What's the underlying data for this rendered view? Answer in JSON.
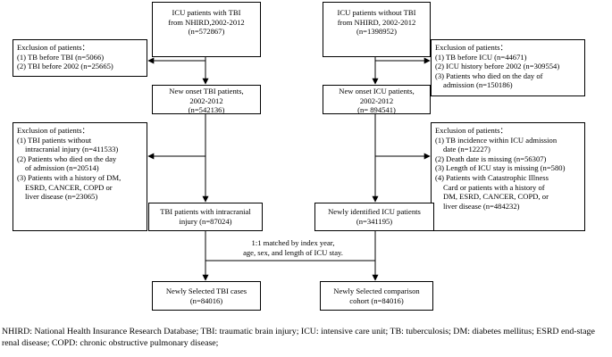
{
  "tbi_arm": {
    "start": [
      "ICU patients with TBI",
      "from NHIRD,2002-2012",
      "(n=572867)"
    ],
    "exclusion1": {
      "title": "Exclusion of patients：",
      "items": [
        "(1) TB before TBI (n=5066)",
        "(2) TBI before 2002 (n=25665)"
      ]
    },
    "new_onset": [
      "New onset TBI patients,",
      "2002-2012",
      "(n=542136)"
    ],
    "exclusion2": {
      "title": "Exclusion of patients：",
      "items": [
        [
          "(1) TBI patients without",
          "intracranial injury (n=411533)"
        ],
        [
          "(2) Patients who died on the day",
          "of admission (n=20514)"
        ],
        [
          "(3) Patients with a history of DM,",
          "ESRD, CANCER, COPD or",
          "liver disease (n=23065)"
        ]
      ]
    },
    "intracranial": [
      "TBI patients with intracranial",
      "injury (n=87024)"
    ],
    "selected": [
      "Newly Selected TBI cases",
      "(n=84016)"
    ]
  },
  "icu_arm": {
    "start": [
      "ICU patients without TBI",
      "from NHIRD, 2002-2012",
      "(n=1398952)"
    ],
    "exclusion1": {
      "title": "Exclusion of patients：",
      "items": [
        [
          "(1) TB before ICU (n=44671)"
        ],
        [
          "(2) ICU history before 2002 (n=309554)"
        ],
        [
          "(3) Patients who died on the day of",
          "admission (n=150186)"
        ]
      ]
    },
    "new_onset": [
      "New onset ICU patients,",
      "2002-2012",
      "(n= 894541)"
    ],
    "exclusion2": {
      "title": "Exclusion of patients：",
      "items": [
        [
          "(1) TB incidence within ICU admission",
          "date (n=12227)"
        ],
        [
          "(2) Death date is missing  (n=56307)"
        ],
        [
          "(3) Length of ICU stay is missing (n=580)"
        ],
        [
          "(4) Patients with Catastrophic Illness",
          "Card or patients with a history of",
          "DM, ESRD, CANCER, COPD,  or",
          "liver disease (n=484232)"
        ]
      ]
    },
    "identified": [
      "Newly identified ICU patients",
      "(n=341195)"
    ],
    "selected": [
      "Newly Selected comparison",
      "cohort (n=84016)"
    ]
  },
  "matching_note": [
    "1:1 matched by index year,",
    "age, sex, and length of ICU stay."
  ],
  "footnote": "NHIRD: National Health Insurance Research Database; TBI: traumatic brain injury; ICU: intensive care unit; TB: tuberculosis; DM: diabetes mellitus; ESRD end-stage renal disease; COPD: chronic obstructive pulmonary disease;"
}
